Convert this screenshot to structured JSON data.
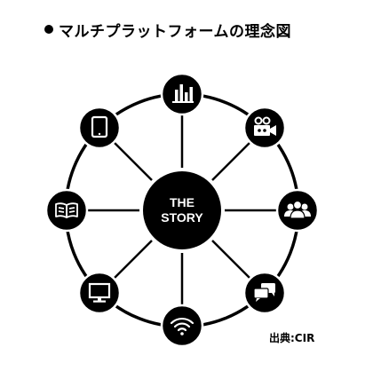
{
  "title": "マルチプラットフォームの理念図",
  "center": {
    "line1": "THE",
    "line2": "STORY"
  },
  "nodes": [
    {
      "icon": "bar-chart-icon"
    },
    {
      "icon": "video-camera-icon"
    },
    {
      "icon": "people-group-icon"
    },
    {
      "icon": "chat-bubbles-icon"
    },
    {
      "icon": "wifi-icon"
    },
    {
      "icon": "monitor-icon"
    },
    {
      "icon": "open-book-icon"
    },
    {
      "icon": "tablet-icon"
    }
  ],
  "source": "出典:CIR",
  "colors": {
    "ink": "#000000",
    "paper": "#ffffff"
  }
}
